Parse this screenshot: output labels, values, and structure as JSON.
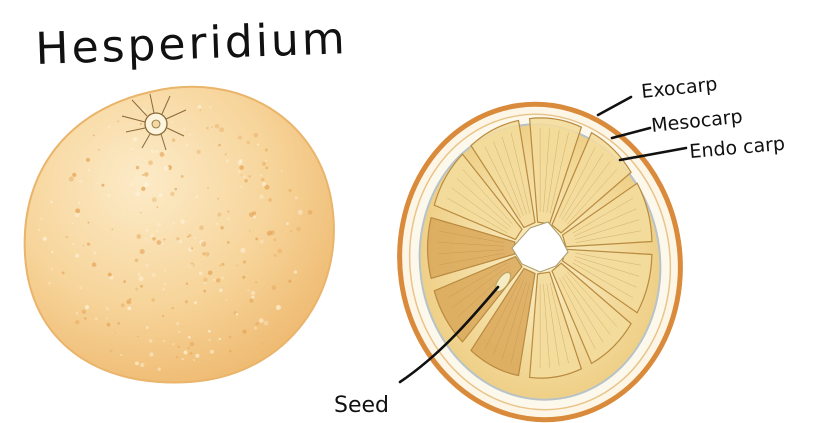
{
  "title": "Hesperidium",
  "labels": {
    "exocarp": "Exocarp",
    "mesocarp": "Mesocarp",
    "endocarp": "Endo carp",
    "seed": "Seed"
  },
  "colors": {
    "background": "#ffffff",
    "peel_light": "#fbe6c0",
    "peel_mid": "#f5cf8e",
    "peel_dark": "#e6a65a",
    "rind_edge": "#d98a3a",
    "pith": "#fdf6e6",
    "segment_fill": "#f3dc9c",
    "segment_shade": "#d9a85a",
    "segment_line": "#b98a3f",
    "ink": "#111111"
  }
}
